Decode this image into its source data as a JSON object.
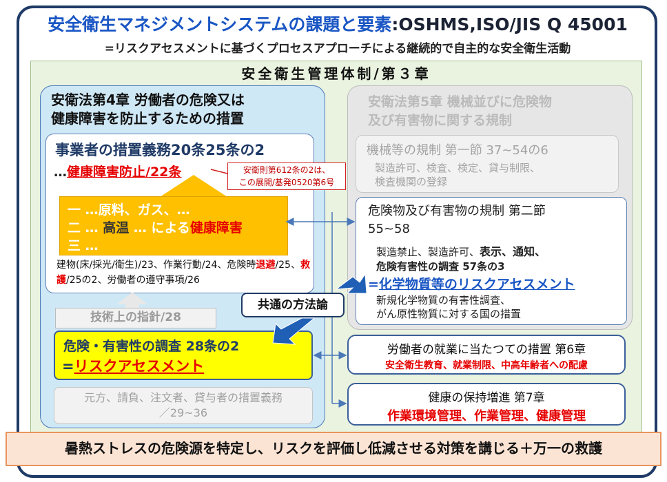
{
  "title": {
    "main": "安全衛生マネジメントシステムの課題と要素",
    "en": ":OSHMS,ISO/JIS Q 45001"
  },
  "subtitle": "=リスクアセスメントに基づくプロセスアプローチによる継続的で自主的な安全衛生活動",
  "system": {
    "title": "安全衛生管理体制/第３章"
  },
  "chapter4": {
    "title_l1": "安衛法第4章  労働者の危険又は",
    "title_l2": "健康障害を防止するための措置",
    "duty": "事業者の措置義務20条25条の2",
    "art22_prefix": "…",
    "art22": "健康障害防止/22条",
    "items": {
      "l1": "一 …原料、ガス、…",
      "l2_a": "二 … ",
      "l2_b": "高温",
      "l2_c": " … による",
      "l2_d": "健康障害",
      "l3": "三 …"
    },
    "buildings": {
      "a": "建物(床/採光/衛生)/23、作業行動/24、危険時",
      "b": "退避",
      "c": "/25、",
      "d": "救護",
      "e": "/25の2、労働者の遵守事項/26"
    },
    "callout_l1": "安衛則第612条の2は、",
    "callout_l2": "この展開/基発0520第6号",
    "tech_guide": "技術上の指針/28",
    "survey": "危険・有害性の調査 28条の2",
    "ra_prefix": "=",
    "ra": "リスクアセスメント",
    "contractors_l1": "元方、請負、注文者、貸与者の措置義務",
    "contractors_l2": "／29~36"
  },
  "common_method": "共通の方法論",
  "chapter5": {
    "title_l1": "安衛法第5章  機械並びに危険物",
    "title_l2": "及び有害物に関する規制",
    "machines": "機械等の規制 第一節 37~54の6",
    "machines_desc_l1": "製造許可、検査、検定、貸与制限、",
    "machines_desc_l2": "検査機関の登録",
    "hazmat_title": "危険物及び有害物の規制 第二節",
    "hazmat_range": "55~58",
    "hazmat_desc_a": "製造禁止、製造許可、",
    "hazmat_desc_b": "表示、通知、",
    "hazmat_survey": "危険有害性の調査 57条の3",
    "chem_prefix": "=",
    "chem_ra": "化学物質等のリスクアセスメント",
    "hazmat_desc2_l1": "新規化学物質の有害性調査、",
    "hazmat_desc2_l2": "がん原性物質に対する国の措置"
  },
  "chapter6": {
    "title": "労働者の就業に当たつての措置 第6章",
    "desc": "安全衛生教育、就業制限、中高年齢者への配慮"
  },
  "chapter7": {
    "title": "健康の保持増進 第7章",
    "desc": "作業環境管理、作業管理、健康管理"
  },
  "bottom": "暑熱ストレスの危険源を特定し、リスクを評価し低減させる対策を講じる＋万一の救護",
  "colors": {
    "accent_blue": "#1a56c4",
    "alert_red": "#e60000",
    "frame_navy": "#1f3a66",
    "highlight_yellow": "#ffff00",
    "orange": "#ffc000"
  }
}
